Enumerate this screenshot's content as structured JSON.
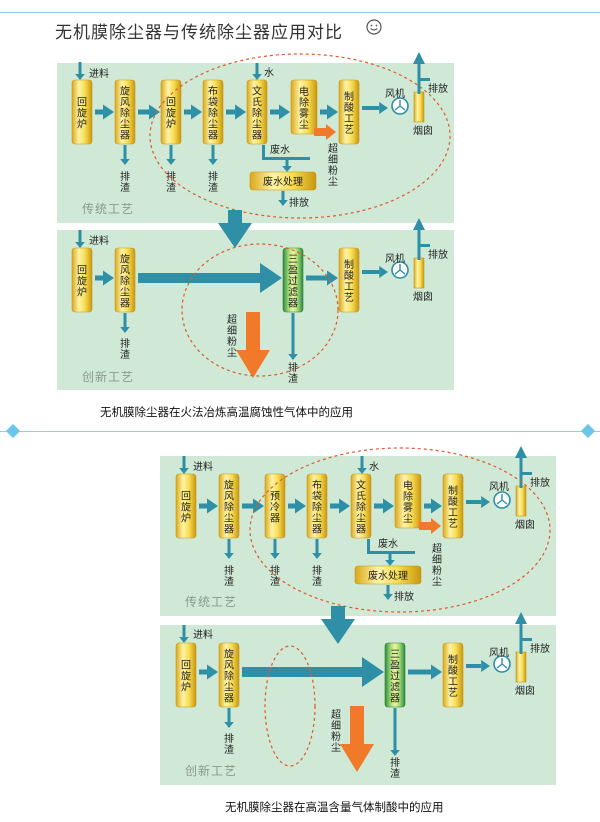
{
  "page": {
    "title": "无机膜除尘器与传统除尘器应用对比"
  },
  "colors": {
    "panel_bg": "#cfe9d6",
    "arrow_teal": "#2e8fa6",
    "arrow_orange": "#f07a2a",
    "gold": "#f4d03f",
    "green": "#4caf50",
    "dashed": "#e05a2a"
  },
  "labels": {
    "traditional": "传统工艺",
    "innovative": "创新工艺",
    "feed": "进料",
    "water": "水",
    "slag": "排渣",
    "discharge": "排放",
    "chimney": "烟囱",
    "fan": "风机",
    "wastewater": "废水",
    "wastewater_treat": "废水处理",
    "ultrafine": "超细粉尘"
  },
  "units": {
    "rotary_kiln": "回旋炉",
    "cyclone": "旋风除尘器",
    "bag_filter": "布袋除尘器",
    "venturi": "文氏除尘器",
    "esp": "电除雾尘",
    "acid": "制酸工艺",
    "precool": "预冷器",
    "ceramic": "三盈过滤器"
  },
  "captions": {
    "section1": "无机膜除尘器在火法冶炼高温腐蚀性气体中的应用",
    "section2": "无机膜除尘器在高温含量气体制酸中的应用"
  }
}
